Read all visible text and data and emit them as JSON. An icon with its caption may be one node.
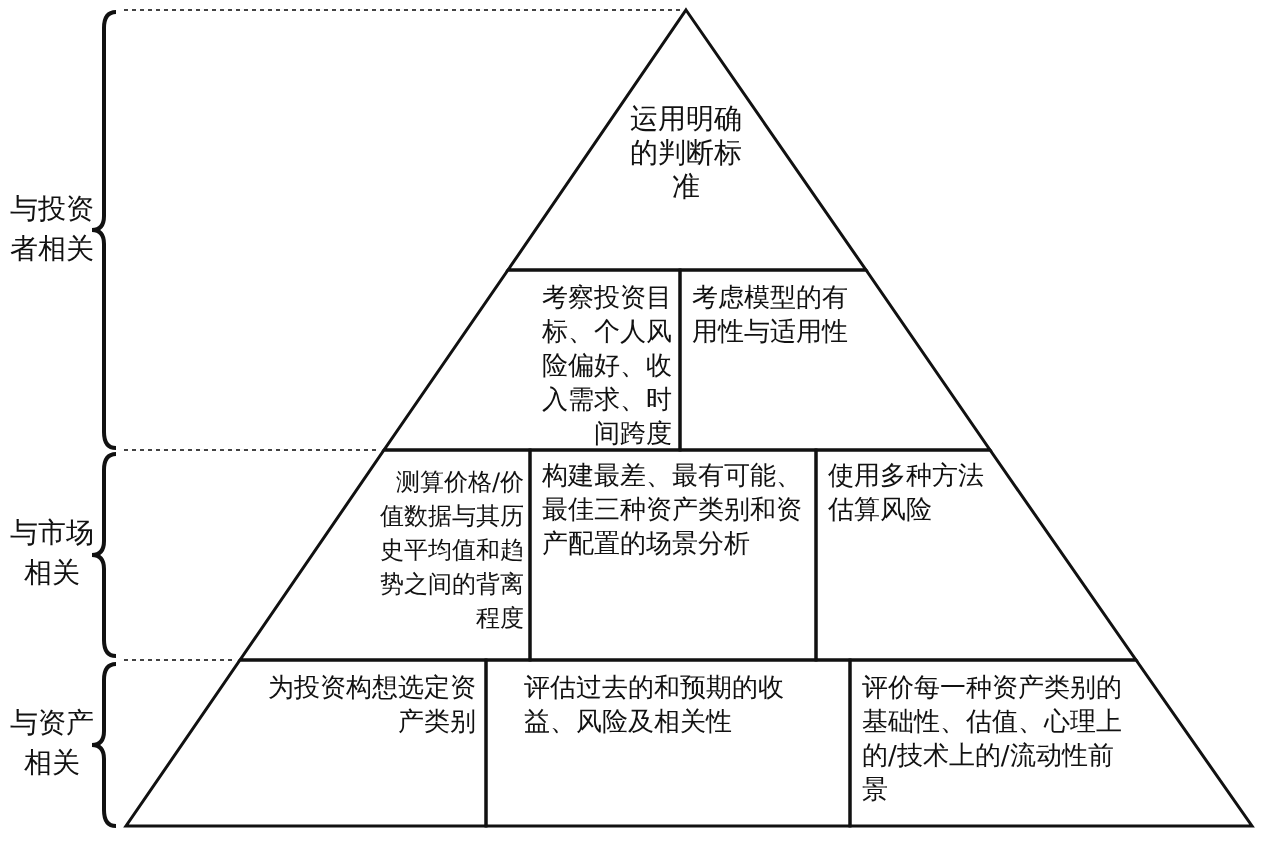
{
  "diagram": {
    "nodes": [
      {
        "text": [
          "运用明确的判断标准"
        ]
      },
      {
        "text": [
          "考察投资目标、个人风险偏好、收入需求、时间跨度"
        ]
      },
      {
        "text": [
          "考虑模型的有用性与适用性"
        ]
      },
      {
        "text": [
          "测算价格/价值数据与其历史平均值和趋势之间的背离程度"
        ]
      },
      {
        "text": [
          "构建最差、最有可能、最佳三种资产类别和资产配置的场景分析"
        ]
      },
      {
        "text": [
          "使用多种方法估算风险"
        ]
      },
      {
        "text": [
          "为投资构想选定资产类别"
        ]
      },
      {
        "text": [
          "评估过去的和预期的收益、风险及相关性"
        ]
      },
      {
        "text": [
          "评价每一种资产类别的基础性、估值、心理上的/技术上的/流动性前景"
        ]
      }
    ],
    "labels": [
      "与投资者相关",
      "与市场相关",
      "与资产相关"
    ]
  }
}
